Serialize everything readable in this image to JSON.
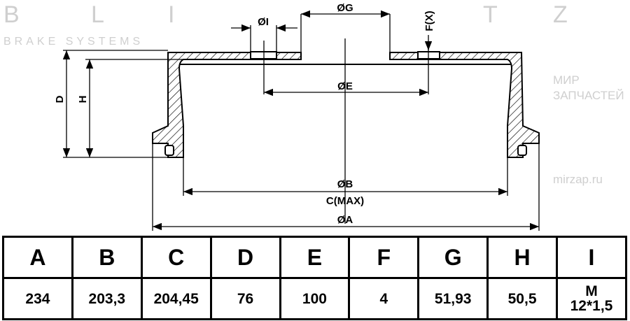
{
  "watermark": {
    "brand_letters": [
      "B",
      "L",
      "I",
      "T",
      "Z"
    ],
    "tagline": "BRAKE SYSTEMS",
    "shop_line1": "МИР",
    "shop_line2": "ЗАПЧАСТЕЙ",
    "site": "mirzap.ru"
  },
  "drawing": {
    "labels": {
      "G": "ØG",
      "I": "ØI",
      "F": "F(X)",
      "E": "ØE",
      "D": "D",
      "H": "H",
      "B": "ØB",
      "C": "C(MAX)",
      "A": "ØA"
    }
  },
  "table": {
    "headers": [
      "A",
      "B",
      "C",
      "D",
      "E",
      "F",
      "G",
      "H",
      "I"
    ],
    "values": [
      "234",
      "203,3",
      "204,45",
      "76",
      "100",
      "4",
      "51,93",
      "50,5"
    ],
    "thread_line1": "M",
    "thread_line2": "12*1,5"
  }
}
